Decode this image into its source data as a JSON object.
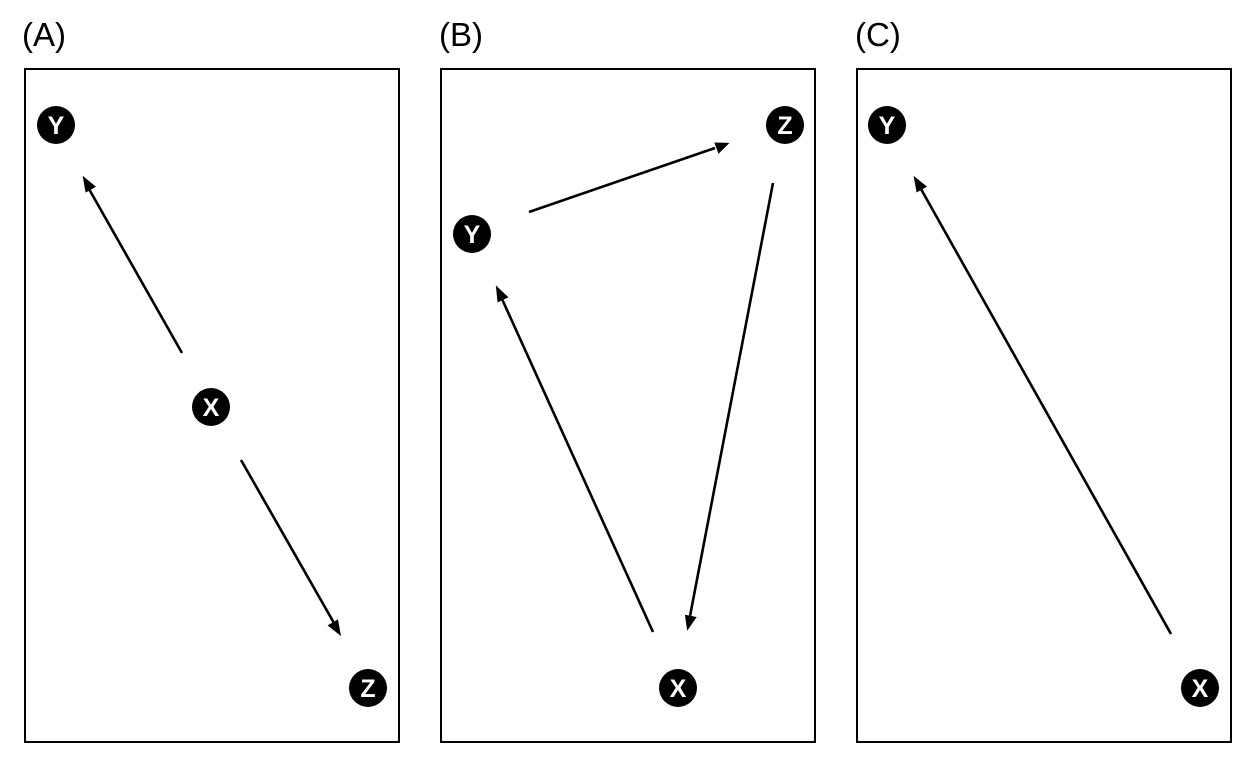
{
  "panels": [
    {
      "label": "(A)",
      "nodes": [
        {
          "id": "Y",
          "label": "Y"
        },
        {
          "id": "X",
          "label": "X"
        },
        {
          "id": "Z",
          "label": "Z"
        }
      ],
      "edges": [
        {
          "from": "X",
          "to": "Y"
        },
        {
          "from": "X",
          "to": "Z"
        }
      ]
    },
    {
      "label": "(B)",
      "nodes": [
        {
          "id": "Z",
          "label": "Z"
        },
        {
          "id": "Y",
          "label": "Y"
        },
        {
          "id": "X",
          "label": "X"
        }
      ],
      "edges": [
        {
          "from": "Y",
          "to": "Z"
        },
        {
          "from": "Z",
          "to": "X"
        },
        {
          "from": "X",
          "to": "Y"
        }
      ]
    },
    {
      "label": "(C)",
      "nodes": [
        {
          "id": "Y",
          "label": "Y"
        },
        {
          "id": "X",
          "label": "X"
        }
      ],
      "edges": [
        {
          "from": "X",
          "to": "Y"
        }
      ]
    }
  ],
  "colors": {
    "node_fill": "#000000",
    "node_text": "#ffffff",
    "edge": "#000000",
    "frame": "#000000",
    "background": "#ffffff"
  }
}
